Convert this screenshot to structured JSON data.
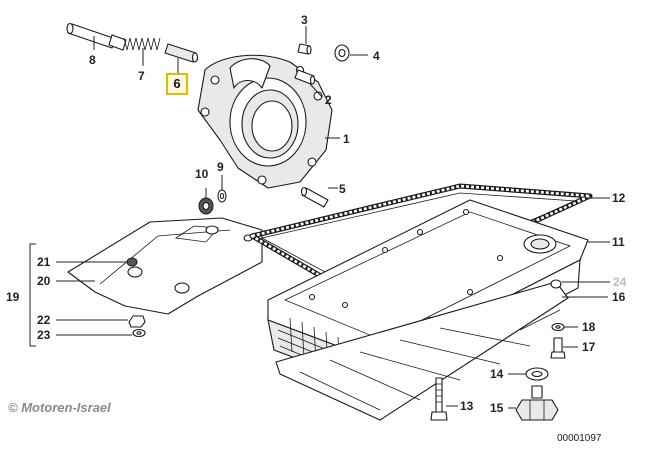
{
  "watermark": "© Motoren-Israel",
  "diagram_code": "00001097",
  "highlighted_callout": "6",
  "callouts": [
    {
      "id": "1",
      "label": "1"
    },
    {
      "id": "2",
      "label": "2"
    },
    {
      "id": "3",
      "label": "3"
    },
    {
      "id": "4",
      "label": "4"
    },
    {
      "id": "5",
      "label": "5"
    },
    {
      "id": "6",
      "label": "6"
    },
    {
      "id": "7",
      "label": "7"
    },
    {
      "id": "8",
      "label": "8"
    },
    {
      "id": "9",
      "label": "9"
    },
    {
      "id": "10",
      "label": "10"
    },
    {
      "id": "11",
      "label": "11"
    },
    {
      "id": "12",
      "label": "12"
    },
    {
      "id": "13",
      "label": "13"
    },
    {
      "id": "14",
      "label": "14"
    },
    {
      "id": "15",
      "label": "15"
    },
    {
      "id": "16",
      "label": "16"
    },
    {
      "id": "17",
      "label": "17"
    },
    {
      "id": "18",
      "label": "18"
    },
    {
      "id": "19",
      "label": "19"
    },
    {
      "id": "20",
      "label": "20"
    },
    {
      "id": "21",
      "label": "21"
    },
    {
      "id": "22",
      "label": "22"
    },
    {
      "id": "23",
      "label": "23"
    },
    {
      "id": "24",
      "label": "24"
    }
  ],
  "colors": {
    "highlight_border": "#e8b800",
    "dim_callout": "#bbbbbb",
    "line": "#1a1a1a"
  }
}
